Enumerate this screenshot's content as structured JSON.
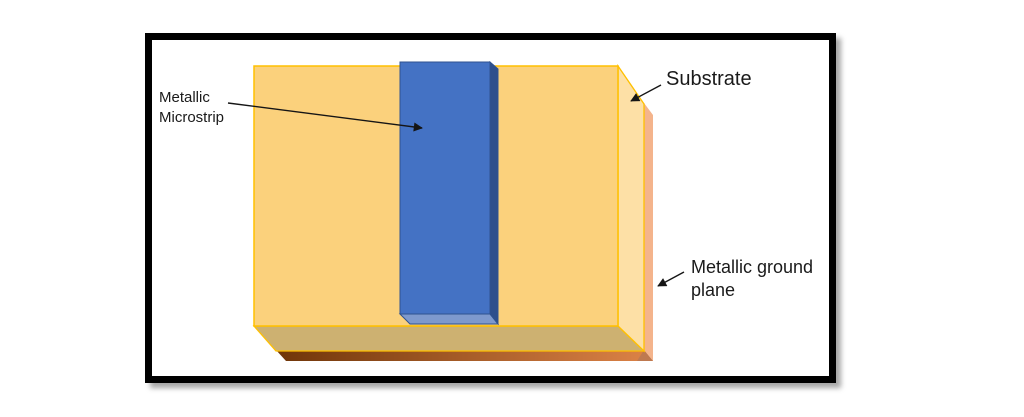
{
  "labels": {
    "microstrip": "Metallic\nMicrostrip",
    "substrate": "Substrate",
    "ground_plane": "Metallic ground\nplane"
  },
  "colors": {
    "frame_border": "#000000",
    "substrate_front": "#FBD17C",
    "substrate_side": "#FDE0A6",
    "substrate_bottom": "#CDB171",
    "substrate_outline": "#FFC000",
    "microstrip_front": "#4472C4",
    "microstrip_side": "#2E4F8C",
    "microstrip_bottom": "#7E99CD",
    "microstrip_outline": "#2F528F",
    "ground_side": "#F4B48C",
    "ground_bottom_left": "#6F3509",
    "ground_bottom_right": "#DD8347",
    "ground_corner": "#BE7950",
    "arrow": "#151515"
  }
}
